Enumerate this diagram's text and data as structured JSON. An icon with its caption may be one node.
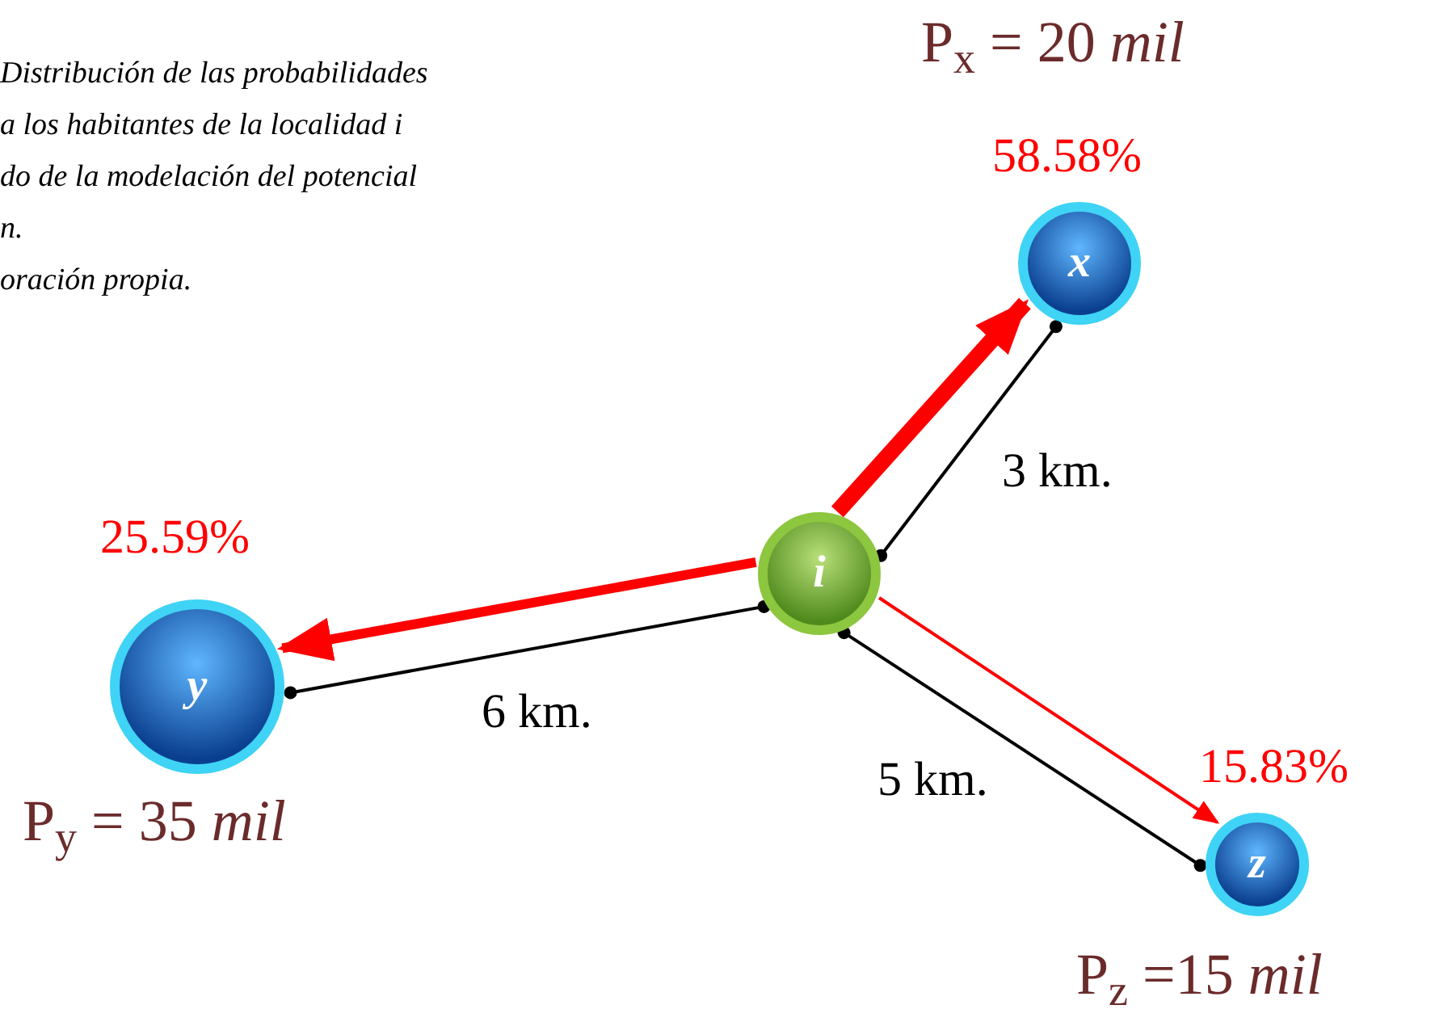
{
  "diagram": {
    "nodes": [
      {
        "text": [
          "i"
        ]
      },
      {
        "text": [
          "x"
        ],
        "beside": [
          "58.58%",
          "P$_{x}$ = 20 *mil*"
        ]
      },
      {
        "text": [
          "y"
        ],
        "beside": [
          "25.59%",
          "P$_{y}$ = 35 *mil*"
        ]
      },
      {
        "text": [
          "z"
        ],
        "beside": [
          "15.83%",
          "P$_{z}$ =15 *mil*"
        ]
      }
    ],
    "edges": [
      {
        "from": 0,
        "to": 1,
        "arrow": "to",
        "style": "thick",
        "color": "#ff0000"
      },
      {
        "from": 0,
        "to": 2,
        "arrow": "to",
        "style": "thick",
        "color": "#ff0000"
      },
      {
        "from": 0,
        "to": 3,
        "arrow": "to",
        "color": "#ff0000"
      },
      {
        "from": 0,
        "to": 1,
        "arrow": "other",
        "label": "3 km.",
        "color": "#000000"
      },
      {
        "from": 0,
        "to": 2,
        "arrow": "other",
        "label": "6 km.",
        "color": "#000000"
      },
      {
        "from": 0,
        "to": 3,
        "arrow": "other",
        "label": "5 km.",
        "color": "#000000"
      }
    ],
    "labels": [
      "Distribución de las probabilidades",
      "a los habitantes de la localidad i",
      "do de la modelación del potencial",
      "n.",
      "oración propia."
    ]
  }
}
